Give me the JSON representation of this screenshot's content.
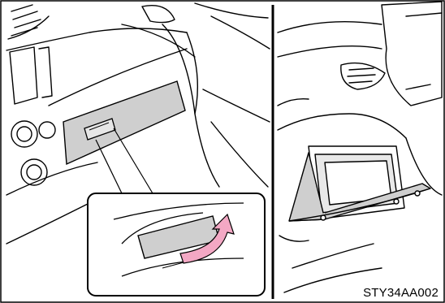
{
  "figure": {
    "code": "STY34AA002",
    "panels": [
      {
        "id": "left",
        "subject": "glove-box-closed-with-handle"
      },
      {
        "id": "right",
        "subject": "glove-box-open"
      }
    ],
    "colors": {
      "line": "#000000",
      "fill_gray": "#cfcfcf",
      "arrow_pink": "#f3a8c4",
      "background": "#ffffff"
    },
    "icons": [
      "curved-arrow-icon"
    ]
  }
}
